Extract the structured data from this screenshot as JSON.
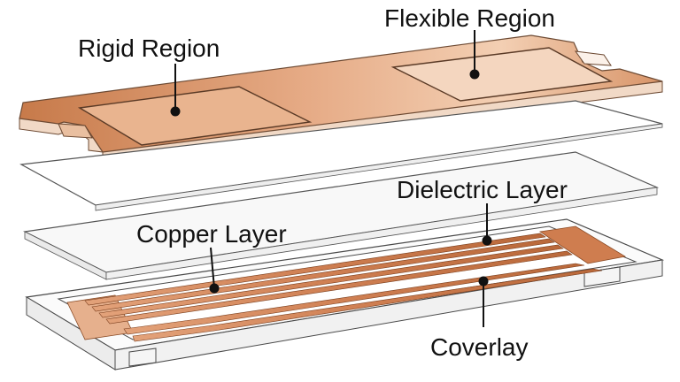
{
  "labels": {
    "rigid_region": "Rigid Region",
    "flexible_region": "Flexible Region",
    "dielectric_layer": "Dielectric Layer",
    "copper_layer": "Copper Layer",
    "coverlay": "Coverlay"
  },
  "colors": {
    "copper_light": "#f2c9a8",
    "copper_mid": "#d99266",
    "copper_dark": "#b86b3c",
    "copper_edge": "#c98a62",
    "sheet_fill": "#f7f7f7",
    "outline": "#444444",
    "trace_dark": "#8a4a24",
    "tray_fill": "#fbfbfb"
  }
}
